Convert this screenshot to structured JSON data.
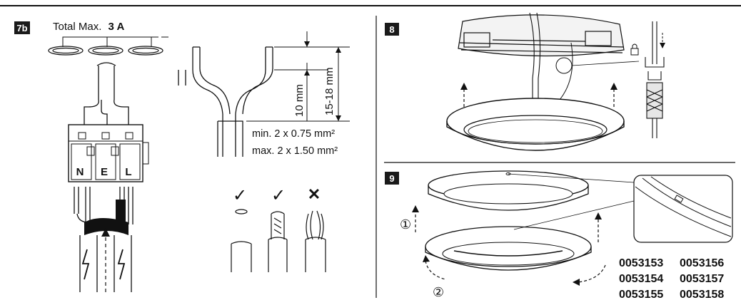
{
  "step_7b": {
    "badge": "7b",
    "total_max_label": "Total Max.",
    "total_max_value": "3 A",
    "terminals": [
      "N",
      "E",
      "L"
    ],
    "dim_10": "10 mm",
    "dim_15_18": "15-18 mm",
    "wire_min": "min. 2 x 0.75 mm²",
    "wire_max": "max. 2 x 1.50 mm²",
    "mark_ok_1": "✓",
    "mark_ok_2": "✓",
    "mark_no": "✕"
  },
  "step_8": {
    "badge": "8"
  },
  "step_9": {
    "badge": "9",
    "step_1": "①",
    "step_2": "②",
    "article_codes": [
      [
        "0053153",
        "0053156"
      ],
      [
        "0053154",
        "0053157"
      ],
      [
        "0053155",
        "0053158"
      ]
    ]
  },
  "colors": {
    "ink": "#111111",
    "badge_bg": "#1a1a1a",
    "background": "#ffffff"
  }
}
